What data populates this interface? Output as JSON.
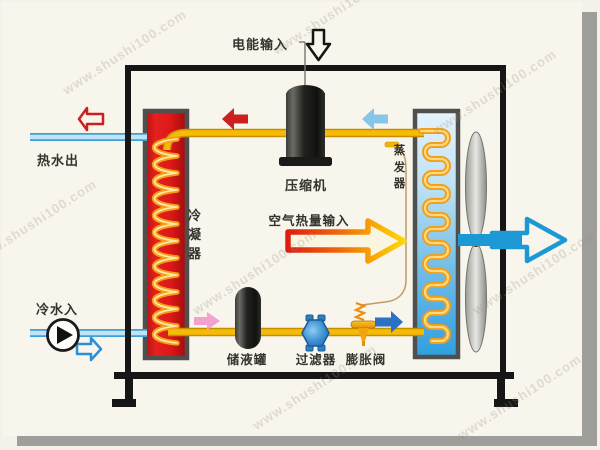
{
  "watermark": {
    "text": "www.shushi100.com"
  },
  "diagram": {
    "inputs": {
      "electric": "电能输入",
      "air_heat": "空气热量输入"
    },
    "water": {
      "hot_out": "热水出",
      "cold_in": "冷水入"
    },
    "components": {
      "compressor": "压缩机",
      "condenser": "冷凝器",
      "evaporator": "蒸发器",
      "receiver_tank": "储液罐",
      "filter": "过滤器",
      "expansion_valve": "膨胀阀"
    }
  },
  "colors": {
    "background": "#f7f5ec",
    "frame_black": "#161616",
    "condenser_red": "#d81818",
    "evaporator_blue": "#2f9fdf",
    "coil_orange": "#f59b16",
    "refrigerant_pipe_yellow": "#f6bb06",
    "water_pipe_blue": "#bfe4f6",
    "arrow_red": "#cc1f1f",
    "arrow_pink": "#f2a2cc",
    "arrow_light_blue": "#85c6ea",
    "arrow_dark_blue": "#2a72c4",
    "arrow_outflow_blue": "#1c99d5",
    "shadow_gray": "#9e9e9a"
  }
}
